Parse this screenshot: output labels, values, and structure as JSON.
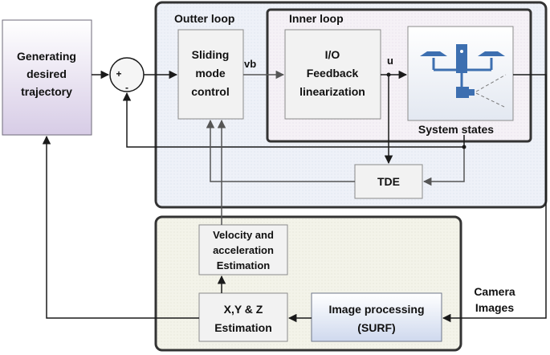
{
  "blocks": {
    "generating_line1": "Generating",
    "generating_line2": "desired",
    "generating_line3": "trajectory",
    "smc_line1": "Sliding",
    "smc_line2": "mode",
    "smc_line3": "control",
    "io_line1": "I/O",
    "io_line2": "Feedback",
    "io_line3": "linearization",
    "tde": "TDE",
    "velocity_line1": "Velocity and",
    "velocity_line2": "acceleration",
    "velocity_line3": "Estimation",
    "xyz_line1": "X,Y & Z",
    "xyz_line2": "Estimation",
    "imgproc_line1": "Image processing",
    "imgproc_line2": "(SURF)"
  },
  "loops": {
    "outer": "Outter loop",
    "inner": "Inner loop"
  },
  "signals": {
    "vb": "vb",
    "u": "u",
    "system_states": "System states",
    "camera_line1": "Camera",
    "camera_line2": "Images"
  },
  "summing_junction": {
    "plus": "+",
    "minus": "-"
  },
  "colors": {
    "outer_bg": "#eef1f8",
    "inner_bg": "#f4f1f6",
    "bottom_bg": "#f3f3e9",
    "generating_top": "#ffffff",
    "generating_bottom": "#d7cce6",
    "imgproc_top": "#ffffff",
    "imgproc_bottom": "#cfd9ee",
    "block_fill": "#f2f2f2",
    "line": "#1a1a1a",
    "arrow_gray": "#555555",
    "drone_blue": "#3d6fb0"
  }
}
